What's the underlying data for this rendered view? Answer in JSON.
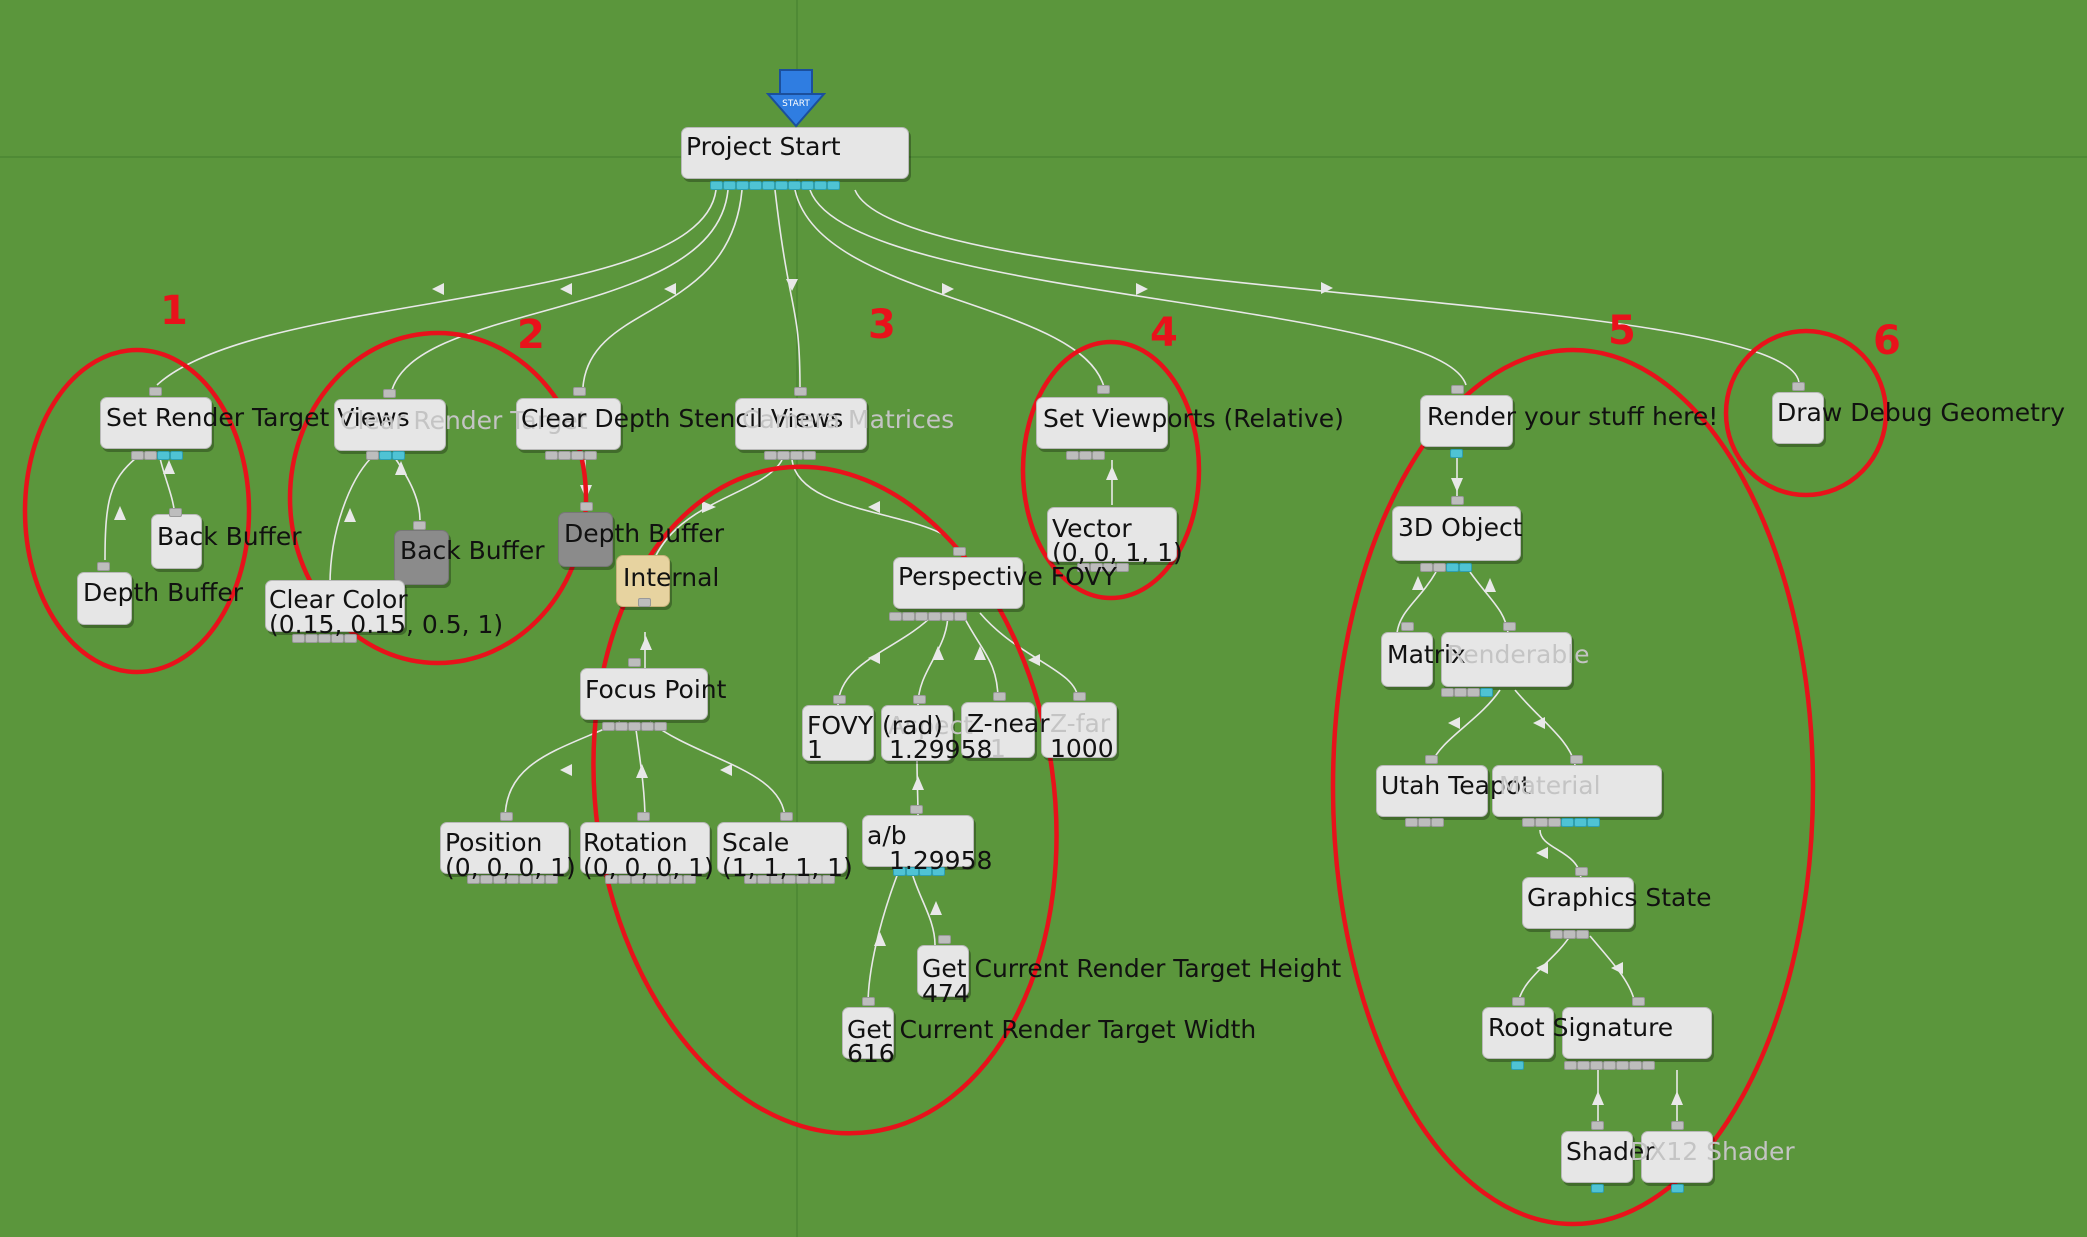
{
  "colors": {
    "background": "#5b963c",
    "node": "#e6e6e6",
    "node_dark": "#8b8b8b",
    "node_internal": "#e7d3a0",
    "port": "#bdbdbd",
    "port_active": "#4fc3d4",
    "annotation": "#e8121b",
    "link": "#e8e8e8"
  },
  "start_icon": {
    "icon": "start-arrow-icon",
    "text": "START"
  },
  "nodes": {
    "project_start": {
      "label": "Project Start"
    },
    "set_render_target_views": {
      "label": "Set Render Target Views"
    },
    "back_buffer_1": {
      "label": "Back Buffer"
    },
    "depth_buffer_1": {
      "label": "Depth Buffer"
    },
    "clear_render_target": {
      "label": "Clear Render Target"
    },
    "back_buffer_2": {
      "label": "Back Buffer"
    },
    "clear_color": {
      "label": "Clear Color",
      "value": "(0.15, 0.15, 0.5, 1)"
    },
    "clear_depth_stencil_views": {
      "label": "Clear Depth Stencil Views"
    },
    "depth_buffer_2": {
      "label": "Depth Buffer"
    },
    "camera_matrices": {
      "label": "Camera Matrices"
    },
    "internal": {
      "label": "Internal"
    },
    "focus_point": {
      "label": "Focus Point"
    },
    "position": {
      "label": "Position",
      "value": "(0, 0, 0, 1)"
    },
    "rotation": {
      "label": "Rotation",
      "value": "(0, 0, 0, 1)"
    },
    "scale": {
      "label": "Scale",
      "value": "(1, 1, 1, 1)"
    },
    "perspective_fovy": {
      "label": "Perspective FOVY"
    },
    "fovy": {
      "label": "FOVY",
      "value": "1"
    },
    "rad": {
      "label": "(rad)",
      "value": "1.29958"
    },
    "aspect": {
      "label": "Aspect"
    },
    "z_near": {
      "label": "Z-near",
      "value": "1"
    },
    "z_far": {
      "label": "Z-far",
      "value": "1000"
    },
    "a_b": {
      "label": "a/b",
      "value": "1.29958"
    },
    "get_height": {
      "label": "Get Current Render Target Height",
      "value": "474"
    },
    "get_width": {
      "label": "Get Current Render Target Width",
      "value": "616"
    },
    "set_viewports": {
      "label": "Set Viewports (Relative)"
    },
    "vector": {
      "label": "Vector",
      "value": "(0, 0, 1, 1)"
    },
    "render_here": {
      "label": "Render your stuff here!"
    },
    "object_3d": {
      "label": "3D Object"
    },
    "matrix": {
      "label": "Matrix"
    },
    "renderable": {
      "label": "Renderable"
    },
    "utah_teapot": {
      "label": "Utah Teapot"
    },
    "material": {
      "label": "Material"
    },
    "graphics_state": {
      "label": "Graphics State"
    },
    "root_signature": {
      "label": "Root Signature"
    },
    "shader": {
      "label": "Shader"
    },
    "dx12_shader": {
      "label": "DX12 Shader"
    },
    "draw_debug_geometry": {
      "label": "Draw Debug Geometry"
    }
  },
  "annotations": [
    "1",
    "2",
    "3",
    "4",
    "5",
    "6"
  ]
}
